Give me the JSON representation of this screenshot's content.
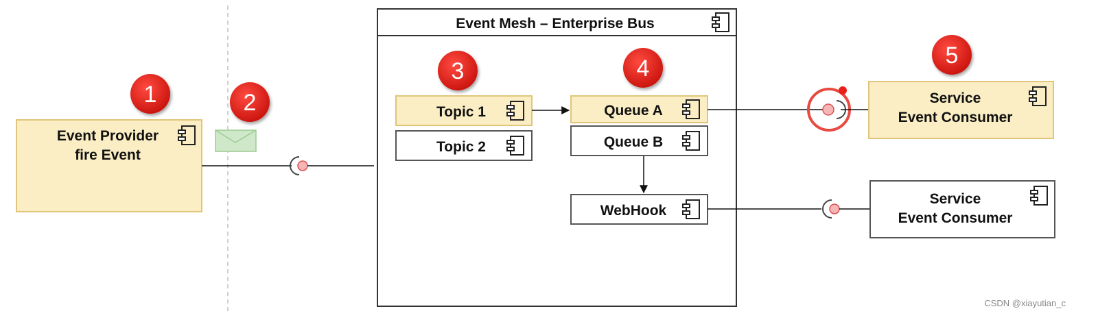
{
  "colors": {
    "highlight_fill": "#fbeec5",
    "highlight_stroke": "#e0c57a",
    "badge": "#e8201a",
    "port_fill": "#f7b6b6",
    "port_stroke": "#d9534f",
    "envelope": "#cfe8c9"
  },
  "provider": {
    "label_line1": "Event Provider",
    "label_line2": "fire Event",
    "highlighted": true
  },
  "mesh": {
    "title": "Event Mesh – Enterprise Bus"
  },
  "topics": [
    {
      "label": "Topic 1",
      "highlighted": true
    },
    {
      "label": "Topic 2",
      "highlighted": false
    }
  ],
  "queues": [
    {
      "label": "Queue A",
      "highlighted": true
    },
    {
      "label": "Queue B",
      "highlighted": false
    }
  ],
  "webhook": {
    "label": "WebHook"
  },
  "consumers": [
    {
      "label_line1": "Service",
      "label_line2": "Event Consumer",
      "highlighted": true
    },
    {
      "label_line1": "Service",
      "label_line2": "Event Consumer",
      "highlighted": false
    }
  ],
  "badges": [
    "1",
    "2",
    "3",
    "4",
    "5"
  ],
  "icons": {
    "component": "component-icon",
    "message": "envelope-icon",
    "port": "port-icon"
  },
  "watermark": "CSDN @xiayutian_c"
}
